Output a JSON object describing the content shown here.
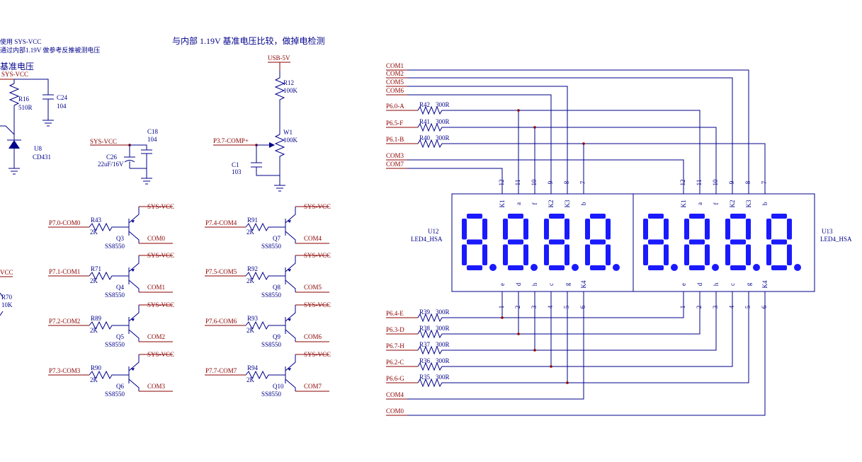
{
  "header": {
    "note_left_1": "使用 SYS-VCC",
    "note_left_2": "通过内部1.19V 做参考反推被测电压",
    "title_left": "基准电压",
    "title_right": "与内部 1.19V 基准电压比较，做掉电检测"
  },
  "nets": {
    "sys_vcc": "SYS-VCC",
    "vcc_partial": "VCC",
    "usb_5v": "USB-5V",
    "p37": "P3.7-COMP+"
  },
  "components": {
    "r16": "R16",
    "r16_val": "510R",
    "c24": "C24",
    "c24_val": "104",
    "u8": "U8",
    "u8_val": "CD431",
    "c18": "C18",
    "c18_val": "104",
    "c26": "C26",
    "c26_val": "22uF/16V",
    "r12": "R12",
    "r12_val": "100K",
    "w1": "W1",
    "w1_val": "100K",
    "c1": "C1",
    "c1_val": "103",
    "r70": "R70",
    "r70_val": "10K"
  },
  "drivers": [
    {
      "port": "P7.0-COM0",
      "r": "R43",
      "rv": "2K",
      "q": "Q3",
      "qv": "SS8550",
      "vcc": "SYS-VCC",
      "com": "COM0"
    },
    {
      "port": "P7.1-COM1",
      "r": "R71",
      "rv": "2K",
      "q": "Q4",
      "qv": "SS8550",
      "vcc": "SYS-VCC",
      "com": "COM1"
    },
    {
      "port": "P7.2-COM2",
      "r": "R89",
      "rv": "2K",
      "q": "Q5",
      "qv": "SS8550",
      "vcc": "SYS-VCC",
      "com": "COM2"
    },
    {
      "port": "P7.3-COM3",
      "r": "R90",
      "rv": "2K",
      "q": "Q6",
      "qv": "SS8550",
      "vcc": "SYS-VCC",
      "com": "COM3"
    },
    {
      "port": "P7.4-COM4",
      "r": "R91",
      "rv": "2K",
      "q": "Q7",
      "qv": "SS8550",
      "vcc": "SYS-VCC",
      "com": "COM4"
    },
    {
      "port": "P7.5-COM5",
      "r": "R92",
      "rv": "2K",
      "q": "Q8",
      "qv": "SS8550",
      "vcc": "SYS-VCC",
      "com": "COM5"
    },
    {
      "port": "P7.6-COM6",
      "r": "R93",
      "rv": "2K",
      "q": "Q9",
      "qv": "SS8550",
      "vcc": "SYS-VCC",
      "com": "COM6"
    },
    {
      "port": "P7.7-COM7",
      "r": "R94",
      "rv": "2K",
      "q": "Q10",
      "qv": "SS8550",
      "vcc": "SYS-VCC",
      "com": "COM7"
    }
  ],
  "display": {
    "com_top": [
      "COM1",
      "COM2",
      "COM5",
      "COM6"
    ],
    "seg_top": [
      {
        "port": "P6.0-A",
        "r": "R42",
        "rv": "300R"
      },
      {
        "port": "P6.5-F",
        "r": "R41",
        "rv": "300R"
      },
      {
        "port": "P6.1-B",
        "r": "R40",
        "rv": "300R"
      }
    ],
    "com_mid": [
      "COM3",
      "COM7"
    ],
    "seg_bottom": [
      {
        "port": "P6.4-E",
        "r": "R39",
        "rv": "300R"
      },
      {
        "port": "P6.3-D",
        "r": "R38",
        "rv": "300R"
      },
      {
        "port": "P6.7-H",
        "r": "R37",
        "rv": "300R"
      },
      {
        "port": "P6.2-C",
        "r": "R36",
        "rv": "300R"
      },
      {
        "port": "P6.6-G",
        "r": "R35",
        "rv": "300R"
      }
    ],
    "com_bottom": [
      "COM4",
      "COM0"
    ],
    "u12": "U12",
    "u12_val": "LED4_HSA",
    "u13": "U13",
    "u13_val": "LED4_HSA",
    "top_pin_nums": [
      "12",
      "11",
      "10",
      "9",
      "8",
      "7"
    ],
    "top_pin_names": [
      "K1",
      "a",
      "f",
      "K2",
      "K3",
      "b"
    ],
    "bottom_pin_nums": [
      "1",
      "2",
      "3",
      "4",
      "5",
      "6"
    ],
    "bottom_pin_names": [
      "e",
      "d",
      "h",
      "c",
      "g",
      "K4"
    ]
  }
}
